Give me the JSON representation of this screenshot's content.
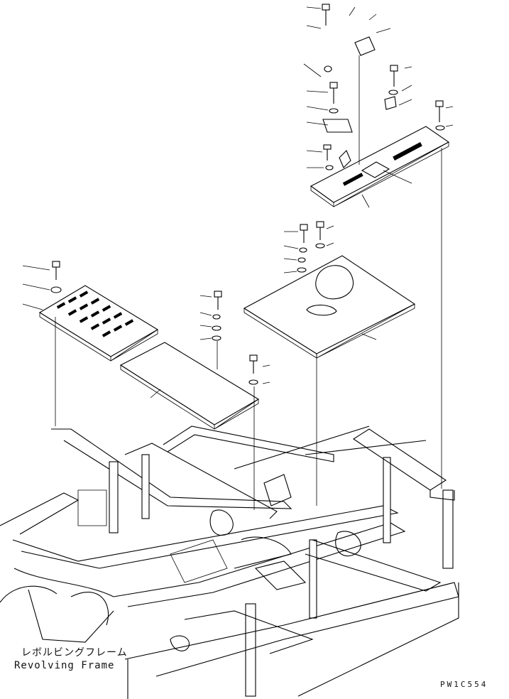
{
  "caption": {
    "japanese": "レボルビングフレーム",
    "english": "Revolving Frame"
  },
  "figure_code": "PW1C554",
  "colors": {
    "ink": "#000000",
    "paper": "#ffffff"
  }
}
